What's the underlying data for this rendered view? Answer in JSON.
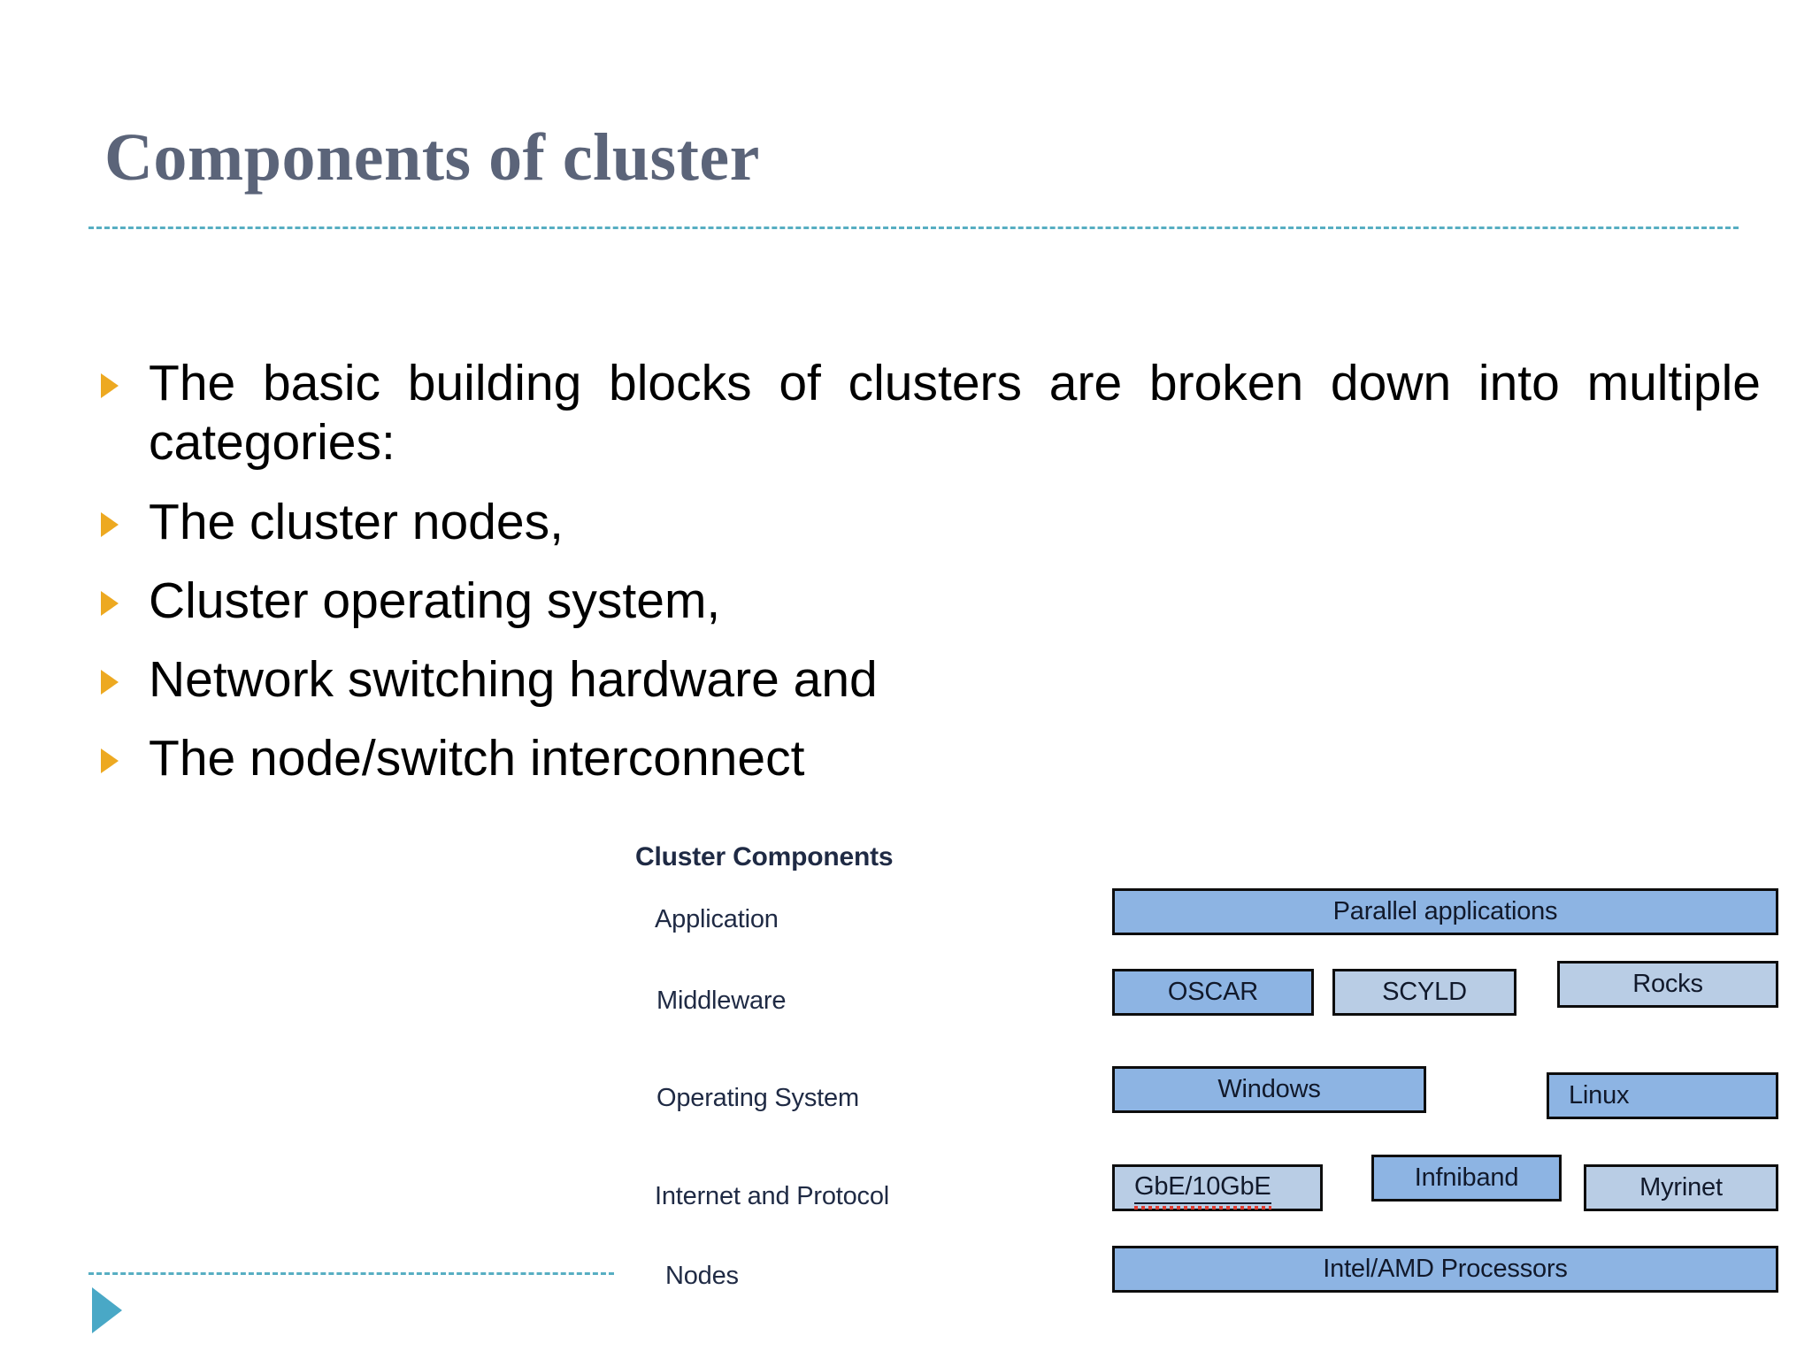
{
  "slide": {
    "title": "Components of cluster"
  },
  "bullets": [
    {
      "text": "The basic building blocks of clusters are broken down into multiple categories:",
      "justified": true
    },
    {
      "text": "The cluster nodes,",
      "justified": false
    },
    {
      "text": "Cluster operating system,",
      "justified": false
    },
    {
      "text": "Network switching hardware and",
      "justified": false
    },
    {
      "text": "The node/switch interconnect",
      "justified": false
    }
  ],
  "diagram": {
    "heading": "Cluster Components",
    "layers": [
      {
        "label": "Application"
      },
      {
        "label": "Middleware"
      },
      {
        "label": "Operating System"
      },
      {
        "label": "Internet and Protocol"
      },
      {
        "label": "Nodes"
      }
    ],
    "boxes": {
      "application": [
        {
          "label": "Parallel applications",
          "fill": "strong",
          "align": "center"
        }
      ],
      "middleware": [
        {
          "label": "OSCAR",
          "fill": "strong",
          "align": "center"
        },
        {
          "label": "SCYLD",
          "fill": "light",
          "align": "center"
        },
        {
          "label": "Rocks",
          "fill": "light",
          "align": "center"
        }
      ],
      "operating_system": [
        {
          "label": "Windows",
          "fill": "strong",
          "align": "center"
        },
        {
          "label": "Linux",
          "fill": "strong",
          "align": "left"
        }
      ],
      "internet_and_protocol": [
        {
          "label": "GbE/10GbE",
          "fill": "light",
          "align": "left",
          "spellcheck_error": true
        },
        {
          "label": "Infniband",
          "fill": "strong",
          "align": "center"
        },
        {
          "label": "Myrinet",
          "fill": "light",
          "align": "center"
        }
      ],
      "nodes": [
        {
          "label": "Intel/AMD Processors",
          "fill": "strong",
          "align": "center"
        }
      ]
    }
  },
  "colors": {
    "title_text": "#5b6479",
    "rule_dashed": "#57aec2",
    "bullet_marker": "#eda921",
    "footer_triangle": "#49a8c6",
    "box_fill_strong": "#8db4e3",
    "box_fill_light": "#b9cde5",
    "box_border": "#0d0d0d",
    "spell_error_underline": "#e03b30"
  }
}
